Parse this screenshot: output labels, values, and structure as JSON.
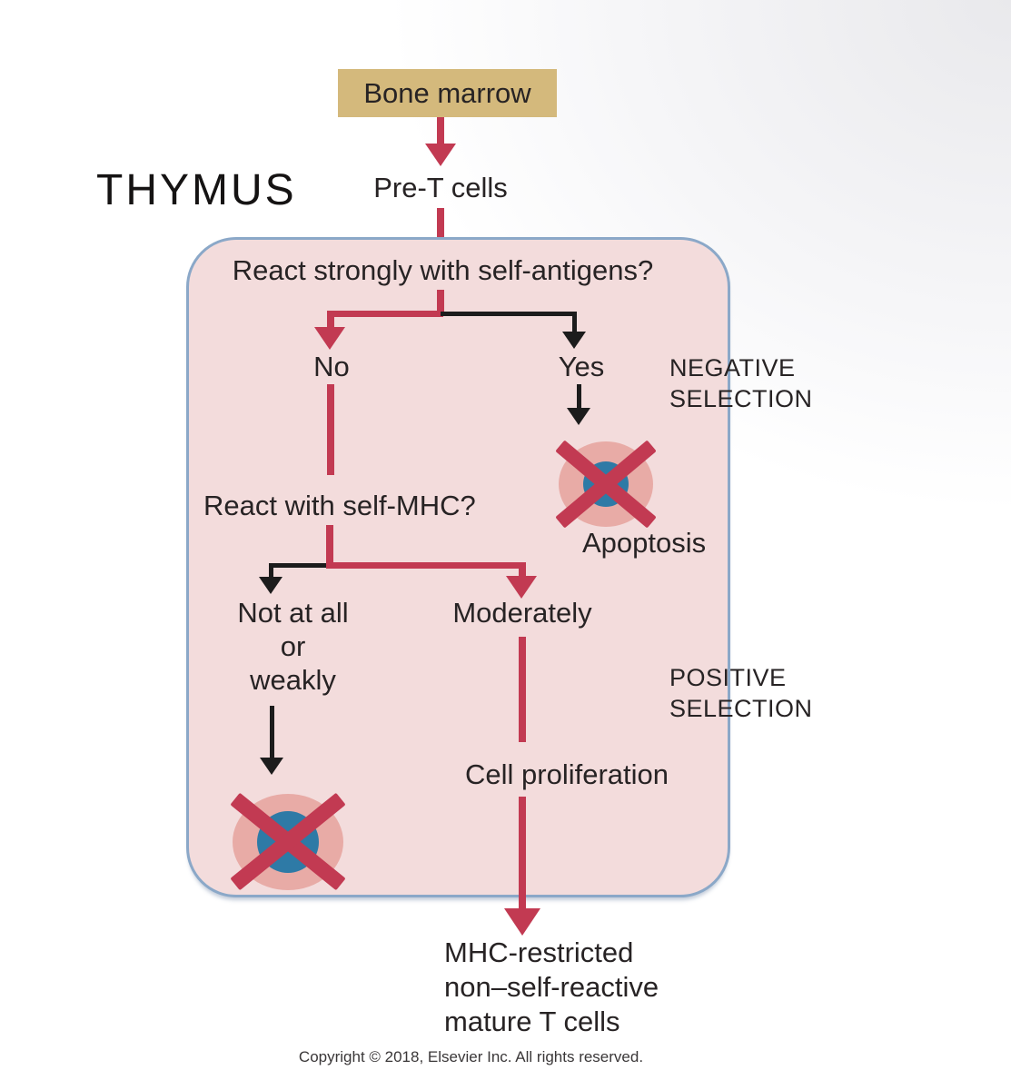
{
  "title": "THYMUS",
  "source": {
    "bone_marrow": "Bone marrow",
    "pre_t_cells": "Pre-T cells"
  },
  "flow": {
    "question_self_antigens": "React strongly with self-antigens?",
    "branch_no": "No",
    "branch_yes": "Yes",
    "negative_selection": "NEGATIVE\nSELECTION",
    "apoptosis": "Apoptosis",
    "question_self_mhc": "React with self-MHC?",
    "branch_not_at_all": "Not at all\nor\nweakly",
    "branch_moderately": "Moderately",
    "positive_selection": "POSITIVE\nSELECTION",
    "cell_proliferation": "Cell proliferation",
    "outcome": "MHC-restricted\nnon–self-reactive\nmature T cells"
  },
  "footer": {
    "copyright": "Copyright © 2018, Elsevier Inc. All rights reserved."
  },
  "colors": {
    "arrow_red": "#c23a52",
    "bone_marrow_bg": "#d4b97c",
    "thymus_box_bg": "#f3dcdc",
    "thymus_box_border": "#8ba8c8",
    "cell_cytoplasm": "#e8aba6",
    "cell_nucleus": "#2e7aa6",
    "text": "#272324"
  }
}
